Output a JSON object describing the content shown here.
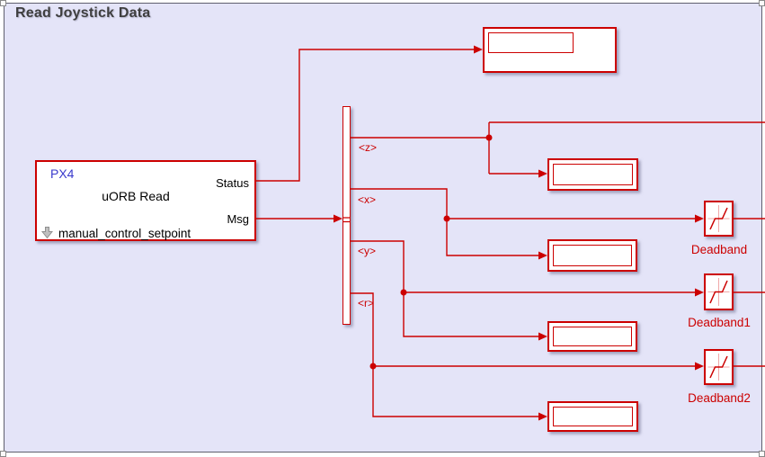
{
  "diagram": {
    "title": "Read Joystick Data"
  },
  "px4_block": {
    "header": "PX4",
    "title": "uORB Read",
    "topic": "manual_control_setpoint",
    "out_ports": [
      {
        "label": "Status"
      },
      {
        "label": "Msg"
      }
    ]
  },
  "bus_selector": {
    "outputs": [
      {
        "label": "<z>"
      },
      {
        "label": "<x>"
      },
      {
        "label": "<y>"
      },
      {
        "label": "<r>"
      }
    ]
  },
  "displays": [
    {
      "value": ""
    },
    {
      "value": ""
    },
    {
      "value": ""
    },
    {
      "value": ""
    },
    {
      "value": ""
    }
  ],
  "deadbands": [
    {
      "label": "Deadband"
    },
    {
      "label": "Deadband1"
    },
    {
      "label": "Deadband2"
    }
  ],
  "colors": {
    "canvas": "#E4E4F8",
    "wire": "#CC0000",
    "px4_header_blue": "#3A3ACC",
    "title_gray": "#3F3F3F"
  }
}
